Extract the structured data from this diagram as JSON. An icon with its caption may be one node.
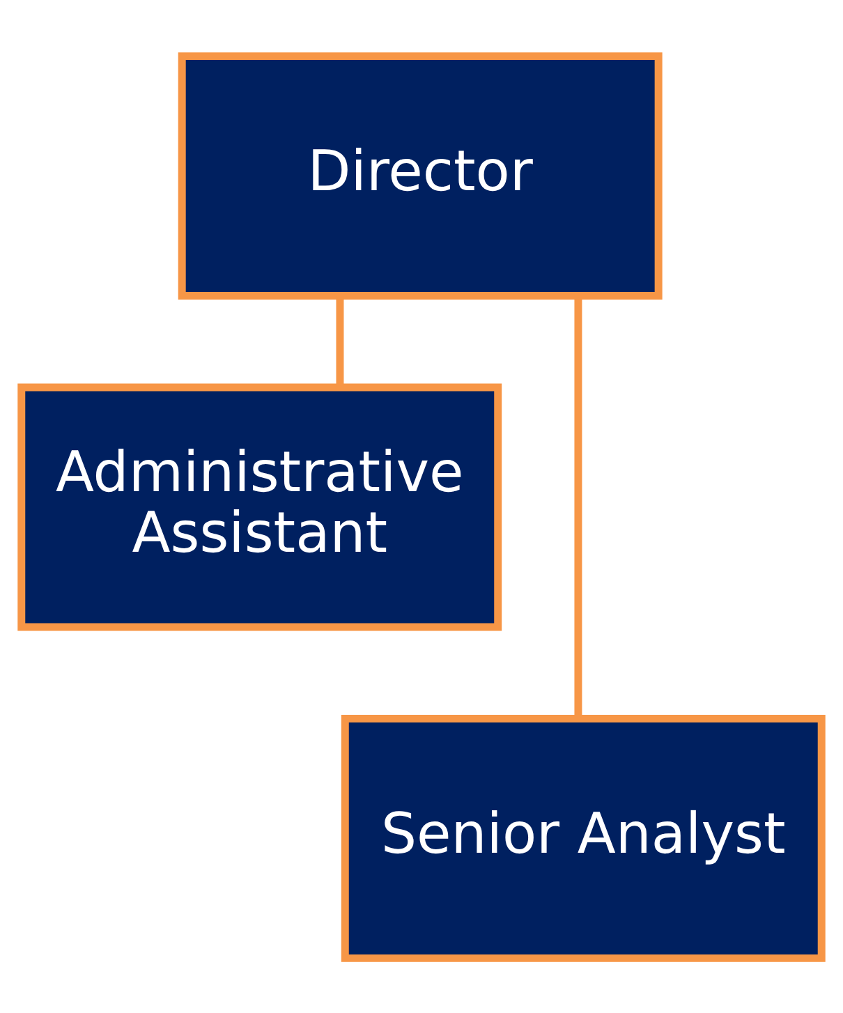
{
  "diagram": {
    "nodes": [
      {
        "text": [
          "Director"
        ]
      },
      {
        "text": [
          "Administrative Assistant"
        ]
      },
      {
        "text": [
          "Senior Analyst"
        ]
      }
    ],
    "edges": [
      {
        "from": 0,
        "to": 1,
        "arrow": "none"
      },
      {
        "from": 0,
        "to": 2,
        "arrow": "none"
      }
    ]
  }
}
